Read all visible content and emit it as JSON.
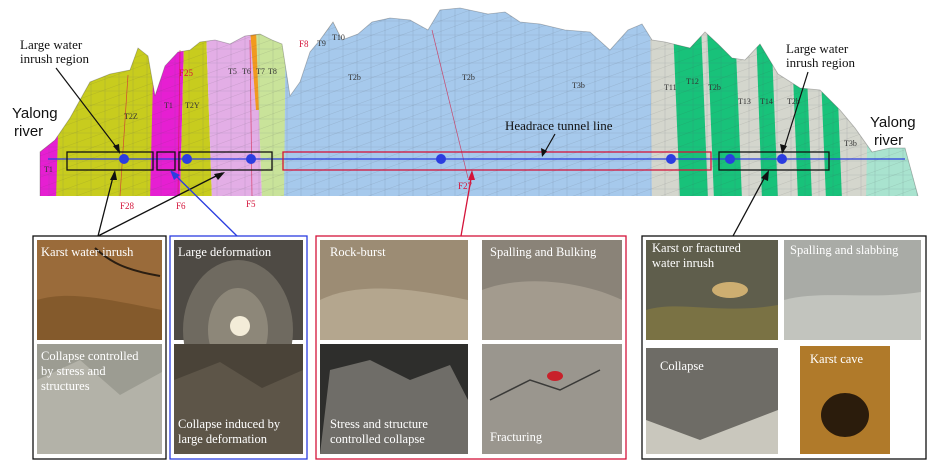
{
  "labels": {
    "left_region": [
      "Large water",
      "inrush region"
    ],
    "right_region": [
      "Large water",
      "inrush region"
    ],
    "left_river": [
      "Yalong",
      "river"
    ],
    "right_river": [
      "Yalong",
      "river"
    ],
    "tunnel_line": "Headrace tunnel line"
  },
  "faults": {
    "f28_bottom": "F28",
    "f6_bottom": "F6",
    "f5_bottom": "F5",
    "f27_bottom": "F27",
    "f8_top": "F8",
    "f25_top": "F25"
  },
  "strata": {
    "t1": "T1",
    "t2z_left": "T2Z",
    "t2y": "T2Y",
    "t2b_a": "T2b",
    "t2b_b": "T2b",
    "t3b": "T3b",
    "t2b_mid": "T2b",
    "t2b_right": "T2b",
    "t3b_right": "T3b",
    "t5": "T5",
    "t6": "T6",
    "t7": "T7",
    "t8": "T8",
    "t9": "T9",
    "t10": "T10",
    "t11": "T11",
    "t12": "T12",
    "t13": "T13",
    "t14": "T14"
  },
  "panels": {
    "panel1": {
      "photo1": "Karst water inrush",
      "photo2": [
        "Collapse controlled",
        "by stress and",
        "structures"
      ]
    },
    "panel2": {
      "photo1": "Large deformation",
      "photo2": [
        "Collapse induced by",
        "large deformation"
      ]
    },
    "panel3": {
      "photo1": "Rock-burst",
      "photo2": "Spalling and Bulking",
      "photo3": [
        "Stress and structure",
        "controlled collapse"
      ],
      "photo4": "Fracturing"
    },
    "panel4": {
      "photo1": [
        "Karst or fractured",
        "water inrush"
      ],
      "photo2": "Spalling and slabbing",
      "photo3": "Collapse",
      "photo4": "Karst cave"
    }
  },
  "colors": {
    "limestone_yellow": "#c8cc1e",
    "magenta": "#e61fd2",
    "pink": "#e3aee6",
    "light_green": "#c9e39a",
    "blue": "#a6c9ec",
    "grey": "#d4d6cd",
    "green": "#18c27a",
    "aqua": "#a9e3cf",
    "fault_red": "#d4143a",
    "tunnel_blue": "#2b3de0",
    "point_blue": "#2b3de0"
  }
}
